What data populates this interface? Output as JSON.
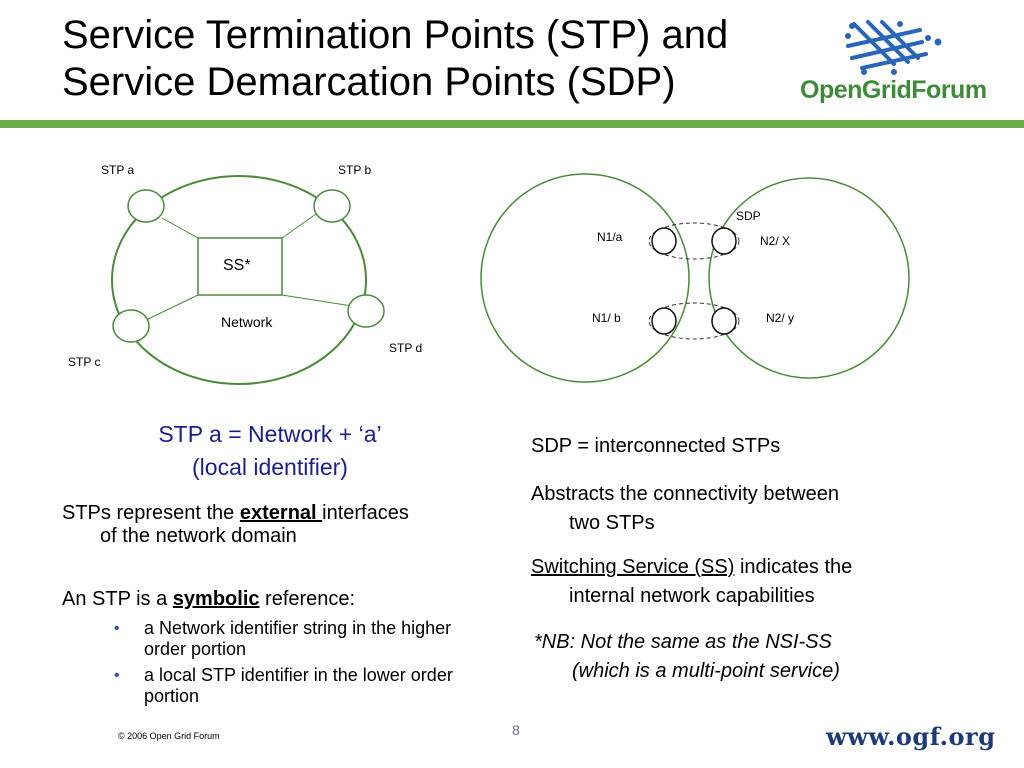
{
  "title": {
    "line1": "Service Termination Points (STP) and",
    "line2": "Service Demarcation Points (SDP)"
  },
  "logo": {
    "text": "OpenGridForum"
  },
  "colors": {
    "accent_green": "#6aab48",
    "logo_green": "#3f8a3a",
    "heading_blue": "#1a1f8c",
    "site_navy": "#1f3a78"
  },
  "left_diagram": {
    "stp_a": "STP a",
    "stp_b": "STP b",
    "stp_c": "STP c",
    "stp_d": "STP d",
    "ss": "SS*",
    "network": "Network"
  },
  "right_diagram": {
    "sdp": "SDP",
    "n1a": "N1/a",
    "n2x": "N2/ X",
    "n1b": "N1/ b",
    "n2y": "N2/ y"
  },
  "stp_equation": {
    "line1": "STP a = Network +  ‘a’",
    "line2": "(local identifier)"
  },
  "left_text": {
    "p1_before": "STPs represent the ",
    "p1_bold": "external ",
    "p1_after": "interfaces",
    "p1_cont": "of the network domain",
    "p2_before": "An STP is a ",
    "p2_bold": "symbolic",
    "p2_after": " reference:",
    "bullets": [
      "a Network identifier string in the higher order portion",
      "a local STP identifier in the lower order portion"
    ]
  },
  "right_text": {
    "sdp_def": "SDP = interconnected STPs",
    "abstracts_line1": "Abstracts the connectivity between",
    "abstracts_line2": "two STPs",
    "ss_link": "Switching Service (SS)",
    "ss_after": " indicates the",
    "ss_line2": "internal network capabilities",
    "nb_line1": "*NB: Not the same as the NSI-SS",
    "nb_line2": "(which is a multi-point service)"
  },
  "footer": {
    "copyright": "© 2006 Open Grid Forum",
    "page": "8",
    "site": "www.ogf.org"
  }
}
